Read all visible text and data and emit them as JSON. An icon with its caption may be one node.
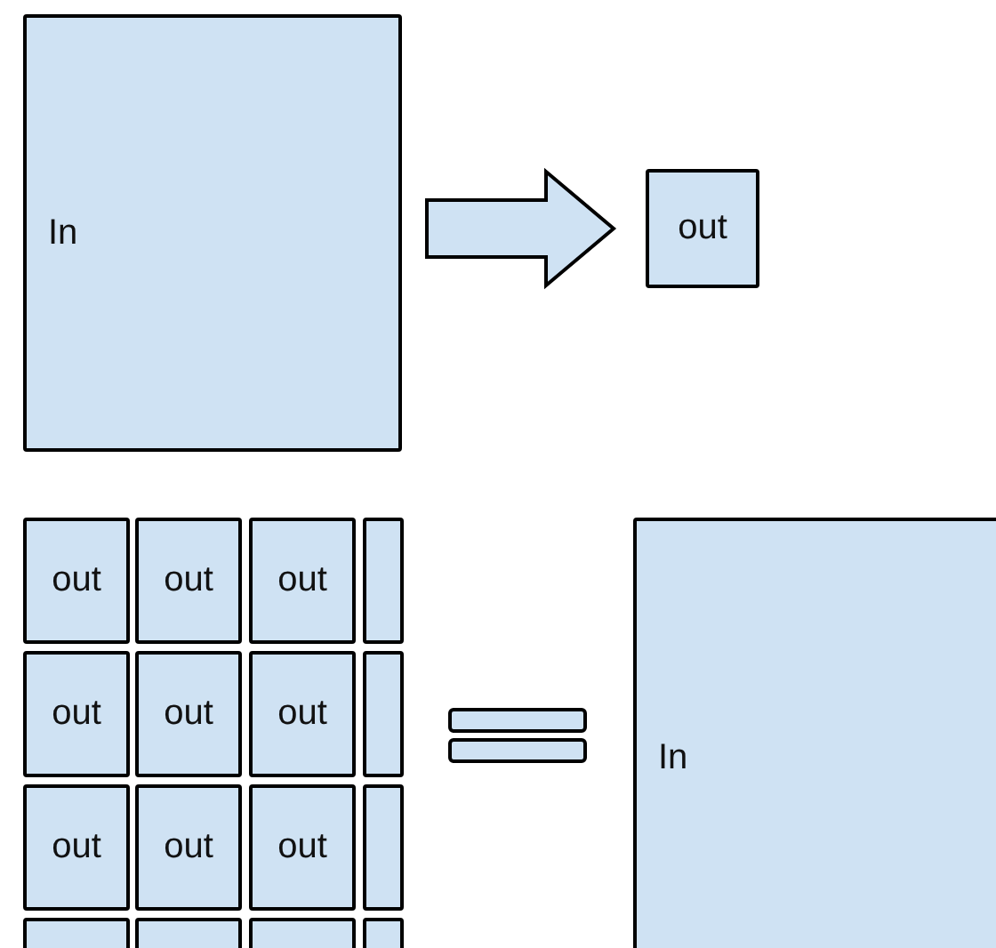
{
  "diagram": {
    "nodes": [
      {
        "text": [
          "In"
        ]
      },
      {
        "text": [
          "out"
        ]
      },
      {
        "text": [
          "out"
        ]
      },
      {
        "text": [
          "out"
        ]
      },
      {
        "text": [
          "out"
        ]
      },
      {
        "text": [],
        "shape": "box"
      },
      {
        "text": [
          "out"
        ]
      },
      {
        "text": [
          "out"
        ]
      },
      {
        "text": [
          "out"
        ]
      },
      {
        "text": [],
        "shape": "box"
      },
      {
        "text": [
          "out"
        ]
      },
      {
        "text": [
          "out"
        ]
      },
      {
        "text": [
          "out"
        ]
      },
      {
        "text": [],
        "shape": "box"
      },
      {
        "text": [],
        "shape": "box"
      },
      {
        "text": [],
        "shape": "box"
      },
      {
        "text": [],
        "shape": "box"
      },
      {
        "text": [],
        "shape": "box"
      },
      {
        "text": [
          "In"
        ]
      }
    ],
    "edges": [
      {
        "from": 0,
        "to": 1,
        "arrow": "to"
      }
    ]
  }
}
